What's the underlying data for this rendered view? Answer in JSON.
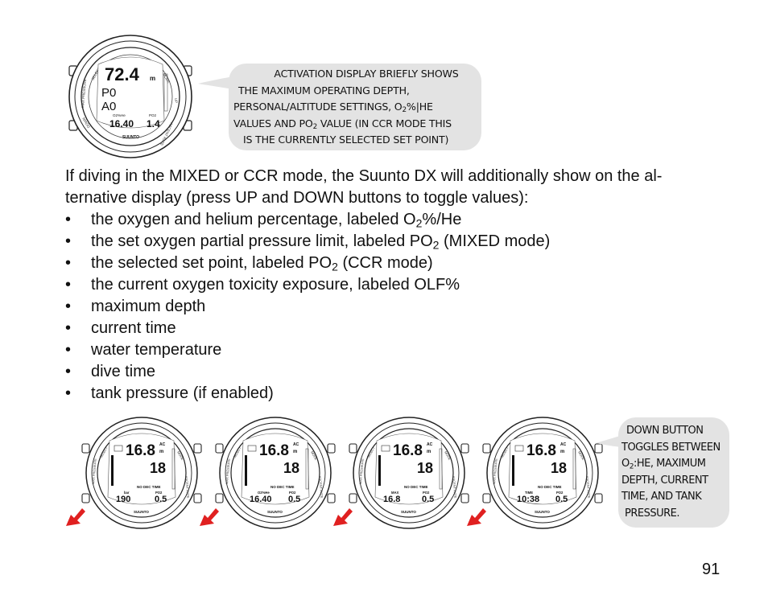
{
  "top_watch": {
    "depth": "72.4",
    "unit": "m",
    "line1": "P0",
    "line2": "A0",
    "label_left": "O2%He",
    "label_right": "PO2",
    "value_left": "16.40",
    "value_right": "1.4",
    "brand": "SUUNTO"
  },
  "top_bubble": {
    "line1": "ACTIVATION DISPLAY BRIEFLY SHOWS",
    "line2": "THE MAXIMUM OPERATING DEPTH,",
    "line3_a": "PERSONAL/ALTITUDE SETTINGS, O",
    "line3_sub": "2",
    "line3_b": "%|HE",
    "line4_a": "VALUES AND PO",
    "line4_sub": "2",
    "line4_b": " VALUE (IN CCR MODE THIS",
    "line5": "IS THE CURRENTLY SELECTED SET POINT)"
  },
  "intro": {
    "line1": "If diving in the MIXED or CCR mode, the Suunto DX will additionally show on the al-",
    "line2": "ternative display (press UP and DOWN buttons to toggle values):"
  },
  "bullets": [
    {
      "text": "the oxygen and helium percentage, labeled O",
      "sub": "2",
      "after": "%/He"
    },
    {
      "text": "the set oxygen partial pressure limit, labeled PO",
      "sub": "2",
      "after": " (MIXED mode)"
    },
    {
      "text": "the selected set point, labeled PO",
      "sub": "2",
      "after": " (CCR mode)"
    },
    {
      "text": "the current oxygen toxicity exposure, labeled OLF%",
      "sub": "",
      "after": ""
    },
    {
      "text": "maximum depth",
      "sub": "",
      "after": ""
    },
    {
      "text": "current time",
      "sub": "",
      "after": ""
    },
    {
      "text": "water temperature",
      "sub": "",
      "after": ""
    },
    {
      "text": "dive time",
      "sub": "",
      "after": ""
    },
    {
      "text": "tank pressure (if enabled)",
      "sub": "",
      "after": ""
    }
  ],
  "bullet_symbol": "•",
  "bottom_watches": [
    {
      "depth": "16.8",
      "unit": "m",
      "ac": "AC",
      "time": "18",
      "header": "NO DEC TIME",
      "label_left": "bar",
      "label_right": "PO2",
      "value_left": "190",
      "value_right": "0.5",
      "brand": "SUUNTO"
    },
    {
      "depth": "16.8",
      "unit": "m",
      "ac": "AC",
      "time": "18",
      "header": "NO DEC TIME",
      "label_left": "O2%He",
      "label_right": "PO2",
      "value_left": "16.40",
      "value_right": "0.5",
      "brand": "SUUNTO"
    },
    {
      "depth": "16.8",
      "unit": "m",
      "ac": "AC",
      "time": "18",
      "header": "NO DEC TIME",
      "label_left": "MAX",
      "label_right": "PO2",
      "value_left": "16.8",
      "value_right": "0.5",
      "brand": "SUUNTO"
    },
    {
      "depth": "16.8",
      "unit": "m",
      "ac": "AC",
      "time": "18",
      "header": "NO DEC TIME",
      "label_left": "TIME",
      "label_right": "PO2",
      "value_left": "10:38",
      "value_right": "0.5",
      "brand": "SUUNTO"
    }
  ],
  "bottom_bubble": {
    "line1": "DOWN BUTTON",
    "line2": "TOGGLES BETWEEN",
    "line3_a": "O",
    "line3_sub": "2",
    "line3_b": ":HE, MAXIMUM",
    "line4": "DEPTH, CURRENT",
    "line5": "TIME, AND TANK",
    "line6": "PRESSURE."
  },
  "page_number": "91",
  "colors": {
    "arrow": "#e02020",
    "bubble": "#e3e3e3",
    "text": "#111111"
  }
}
